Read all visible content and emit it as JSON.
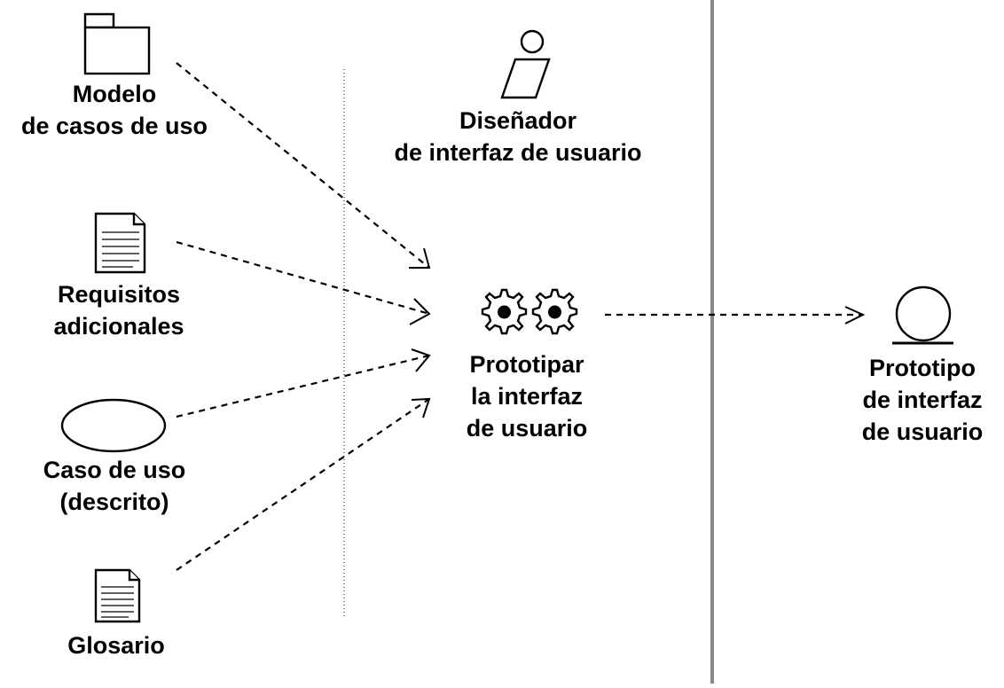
{
  "artifacts_in": [
    {
      "id": "modelo",
      "icon": "folder-icon",
      "lines": [
        "Modelo",
        "de casos de uso"
      ]
    },
    {
      "id": "requisitos",
      "icon": "document-icon",
      "lines": [
        "Requisitos",
        "adicionales"
      ]
    },
    {
      "id": "caso",
      "icon": "use-case-ellipse-icon",
      "lines": [
        "Caso de uso",
        "(descrito)"
      ]
    },
    {
      "id": "glosario",
      "icon": "document-icon",
      "lines": [
        "Glosario"
      ]
    }
  ],
  "worker": {
    "icon": "worker-icon",
    "lines": [
      "Diseñador",
      "de interfaz de usuario"
    ]
  },
  "activity": {
    "icon": "gears-icon",
    "lines": [
      "Prototipar",
      "la interfaz",
      "de usuario"
    ]
  },
  "artifact_out": {
    "icon": "boundary-entity-icon",
    "lines": [
      "Prototipo",
      "de interfaz",
      "de usuario"
    ]
  },
  "flows": [
    {
      "from": "modelo",
      "to": "activity"
    },
    {
      "from": "requisitos",
      "to": "activity"
    },
    {
      "from": "caso",
      "to": "activity"
    },
    {
      "from": "glosario",
      "to": "activity"
    },
    {
      "from": "activity",
      "to": "prototipo"
    }
  ]
}
